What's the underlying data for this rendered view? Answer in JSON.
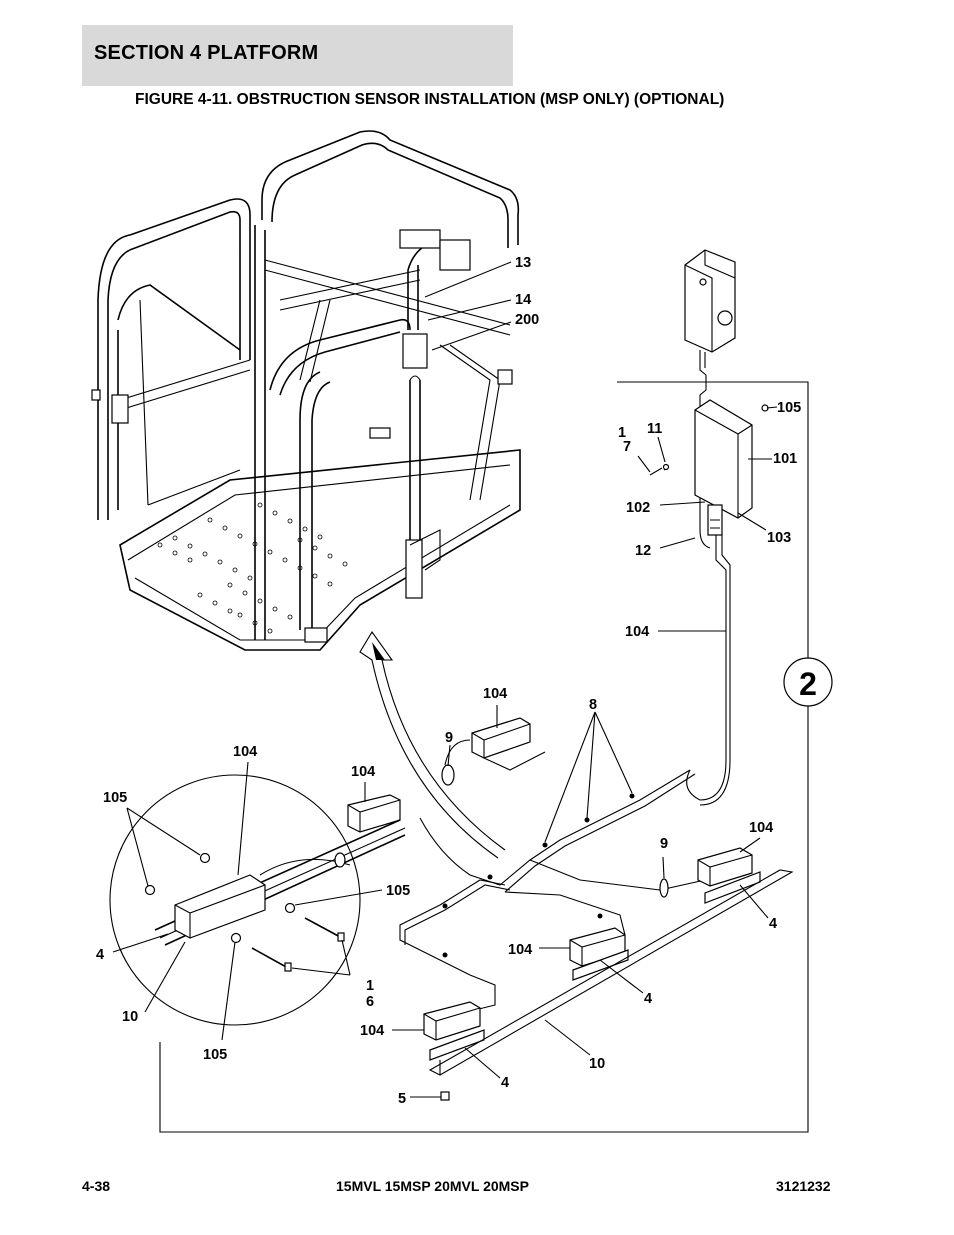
{
  "header": {
    "section_title": "SECTION 4   PLATFORM"
  },
  "figure": {
    "title": "FIGURE 4-11. OBSTRUCTION SENSOR INSTALLATION (MSP ONLY) (OPTIONAL)",
    "detail_callout": "2",
    "callouts": {
      "c13": "13",
      "c14": "14",
      "c200": "200",
      "c105_top": "105",
      "c101": "101",
      "c1_top": "1",
      "c7": "7",
      "c11": "11",
      "c102": "102",
      "c103": "103",
      "c12": "12",
      "c104_cable": "104",
      "c104_a": "104",
      "c8": "8",
      "c9_a": "9",
      "c104_b": "104",
      "c104_detail": "104",
      "c105_detail_a": "105",
      "c105_detail_b": "105",
      "c105_detail_c": "105",
      "c4_detail": "4",
      "c10_detail": "10",
      "c1_detail": "1",
      "c6": "6",
      "c9_b": "9",
      "c104_c": "104",
      "c4_a": "4",
      "c104_d": "104",
      "c4_b": "4",
      "c104_e": "104",
      "c4_c": "4",
      "c10": "10",
      "c5": "5"
    }
  },
  "footer": {
    "page": "4-38",
    "models": "15MVL 15MSP 20MVL 20MSP",
    "doc_number": "3121232"
  }
}
